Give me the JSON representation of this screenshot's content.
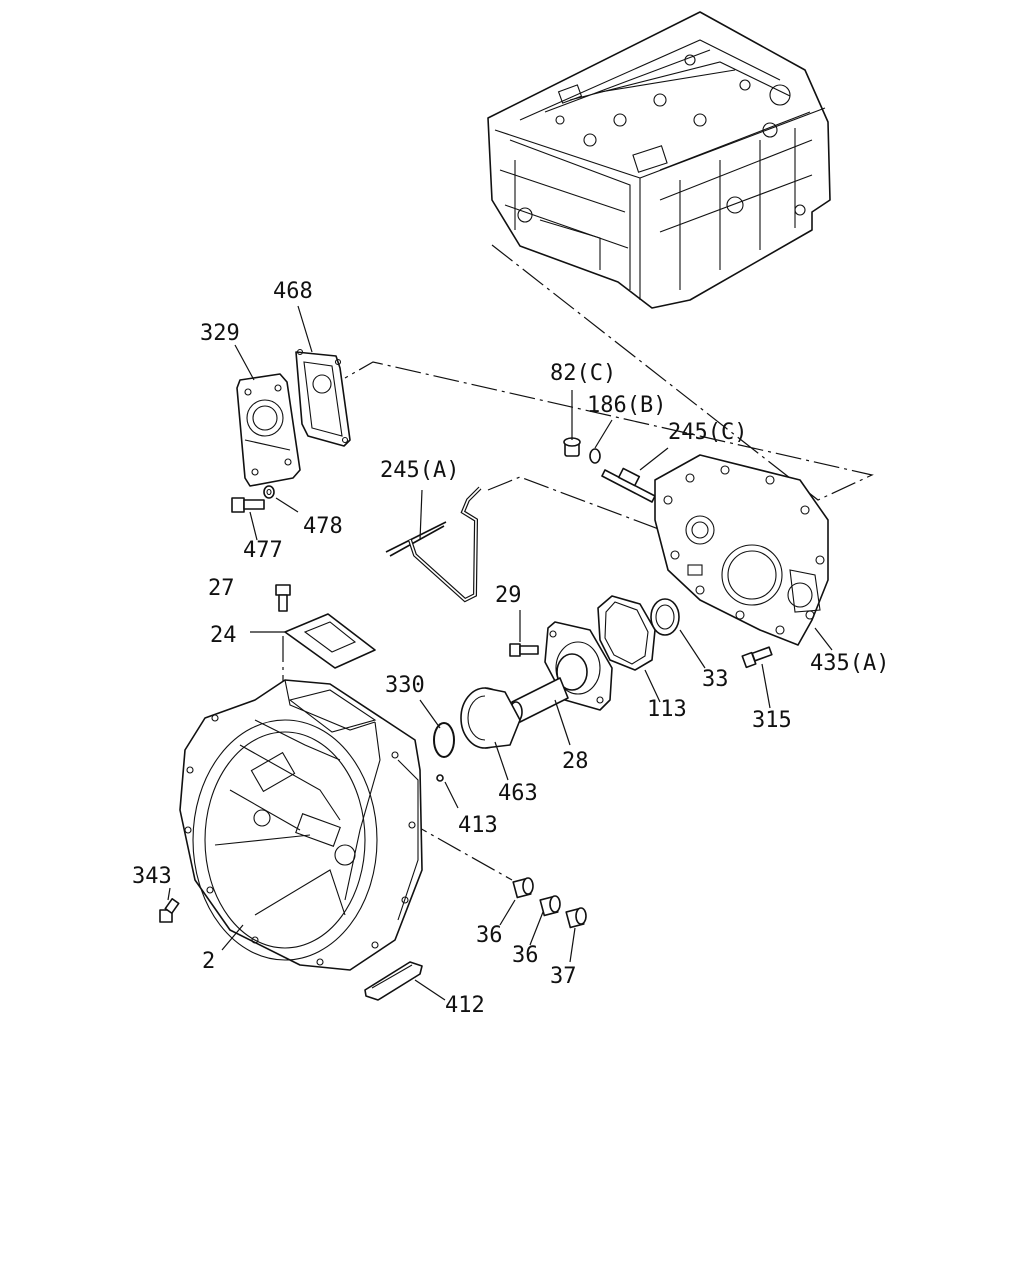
{
  "diagram": {
    "colors": {
      "line": "#111111",
      "background": "#ffffff"
    },
    "labels": [
      {
        "id": "468",
        "text": "468"
      },
      {
        "id": "329",
        "text": "329"
      },
      {
        "id": "82c",
        "text": "82(C)"
      },
      {
        "id": "186b",
        "text": "186(B)"
      },
      {
        "id": "245c",
        "text": "245(C)"
      },
      {
        "id": "245a",
        "text": "245(A)"
      },
      {
        "id": "477",
        "text": "477"
      },
      {
        "id": "478",
        "text": "478"
      },
      {
        "id": "27",
        "text": "27"
      },
      {
        "id": "24",
        "text": "24"
      },
      {
        "id": "29",
        "text": "29"
      },
      {
        "id": "330",
        "text": "330"
      },
      {
        "id": "113",
        "text": "113"
      },
      {
        "id": "33",
        "text": "33"
      },
      {
        "id": "435a",
        "text": "435(A)"
      },
      {
        "id": "315",
        "text": "315"
      },
      {
        "id": "28",
        "text": "28"
      },
      {
        "id": "463",
        "text": "463"
      },
      {
        "id": "413",
        "text": "413"
      },
      {
        "id": "343",
        "text": "343"
      },
      {
        "id": "2",
        "text": "2"
      },
      {
        "id": "36a",
        "text": "36"
      },
      {
        "id": "36b",
        "text": "36"
      },
      {
        "id": "37",
        "text": "37"
      },
      {
        "id": "412",
        "text": "412"
      }
    ]
  }
}
